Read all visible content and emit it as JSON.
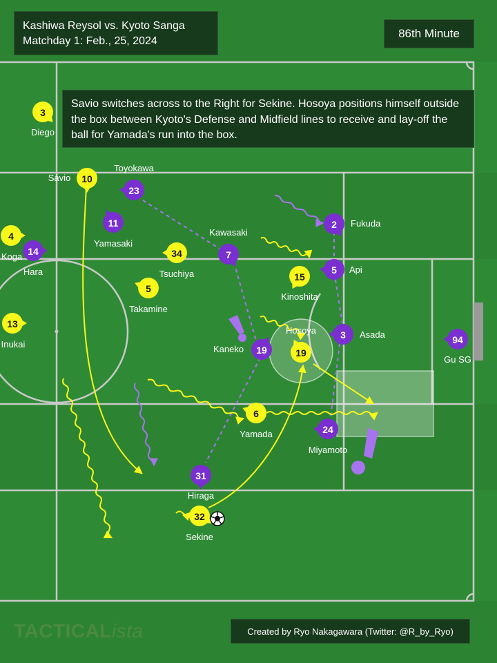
{
  "header": {
    "match": "Kashiwa Reysol vs. Kyoto Sanga",
    "matchday": "Matchday 1: Feb., 25, 2024",
    "minute": "86th Minute"
  },
  "caption": "Savio switches across to the Right for Sekine. Hosoya positions himself outside the box between Kyoto's Defense and Midfield lines to receive and lay-off the ball for Yamada's run into the box.",
  "credit": "Created by Ryo Nakagawara (Twitter: @R_by_Ryo)",
  "watermark": {
    "main": "TACTICAL",
    "suffix": "ista"
  },
  "colors": {
    "pitch": "#2f8a36",
    "pitch_lines": "#c9c9c9",
    "kashiwa": "#f7f71a",
    "kyoto": "#7a2fd0",
    "kyoto_movement": "#a873ee",
    "panel": "#17391c"
  },
  "ball_icon": "soccer-ball-icon",
  "highlight_icons": [
    "exclamation-icon",
    "exclamation-icon"
  ],
  "kashiwa_players": [
    {
      "number": "3",
      "name": "Diego"
    },
    {
      "number": "10",
      "name": "Sávio"
    },
    {
      "number": "4",
      "name": "Koga"
    },
    {
      "number": "34",
      "name": "Tsuchiya"
    },
    {
      "number": "5",
      "name": "Takamine"
    },
    {
      "number": "13",
      "name": "Inukai"
    },
    {
      "number": "15",
      "name": "Kinoshita"
    },
    {
      "number": "19",
      "name": "Hosoya"
    },
    {
      "number": "6",
      "name": "Yamada"
    },
    {
      "number": "32",
      "name": "Sekine"
    }
  ],
  "kyoto_players": [
    {
      "number": "23",
      "name": "Toyokawa"
    },
    {
      "number": "11",
      "name": "Yamasaki"
    },
    {
      "number": "14",
      "name": "Hara"
    },
    {
      "number": "7",
      "name": "Kawasaki"
    },
    {
      "number": "2",
      "name": "Fukuda"
    },
    {
      "number": "5",
      "name": "Api"
    },
    {
      "number": "3",
      "name": "Asada"
    },
    {
      "number": "19",
      "name": "Kaneko"
    },
    {
      "number": "94",
      "name": "Gu SG"
    },
    {
      "number": "24",
      "name": "Miyamoto"
    },
    {
      "number": "31",
      "name": "Hiraga"
    }
  ]
}
